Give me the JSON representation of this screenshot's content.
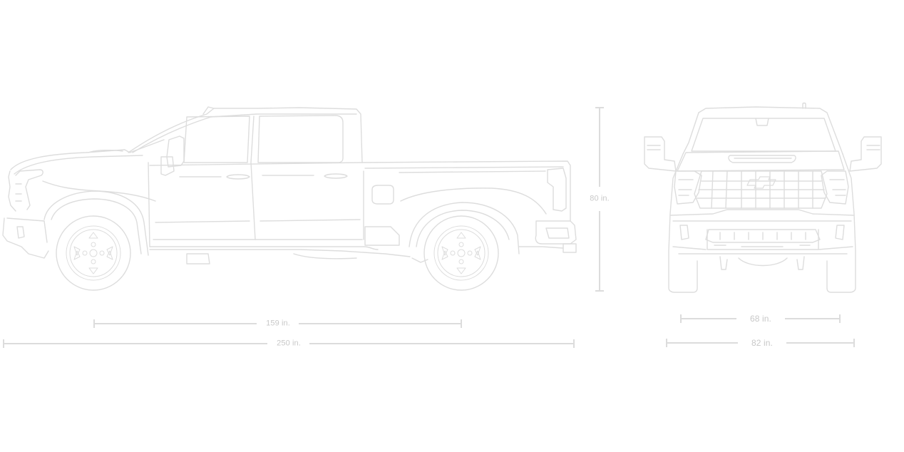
{
  "diagram": {
    "title": "",
    "line_color": "#dcdcdc",
    "label_color": "#c8c8c8",
    "background": "#ffffff",
    "views": [
      {
        "name": "side-view",
        "label": "Side profile of pickup truck"
      },
      {
        "name": "front-view",
        "label": "Front profile of pickup truck"
      }
    ],
    "dimensions": {
      "wheelbase": {
        "value": 159,
        "unit": "in.",
        "label": "159 in."
      },
      "overall_length": {
        "value": 250,
        "unit": "in.",
        "label": "250 in."
      },
      "overall_height": {
        "value": 80,
        "unit": "in.",
        "label": "80 in."
      },
      "track_width": {
        "value": 68,
        "unit": "in.",
        "label": "68 in."
      },
      "overall_width": {
        "value": 82,
        "unit": "in.",
        "label": "82 in."
      }
    }
  }
}
